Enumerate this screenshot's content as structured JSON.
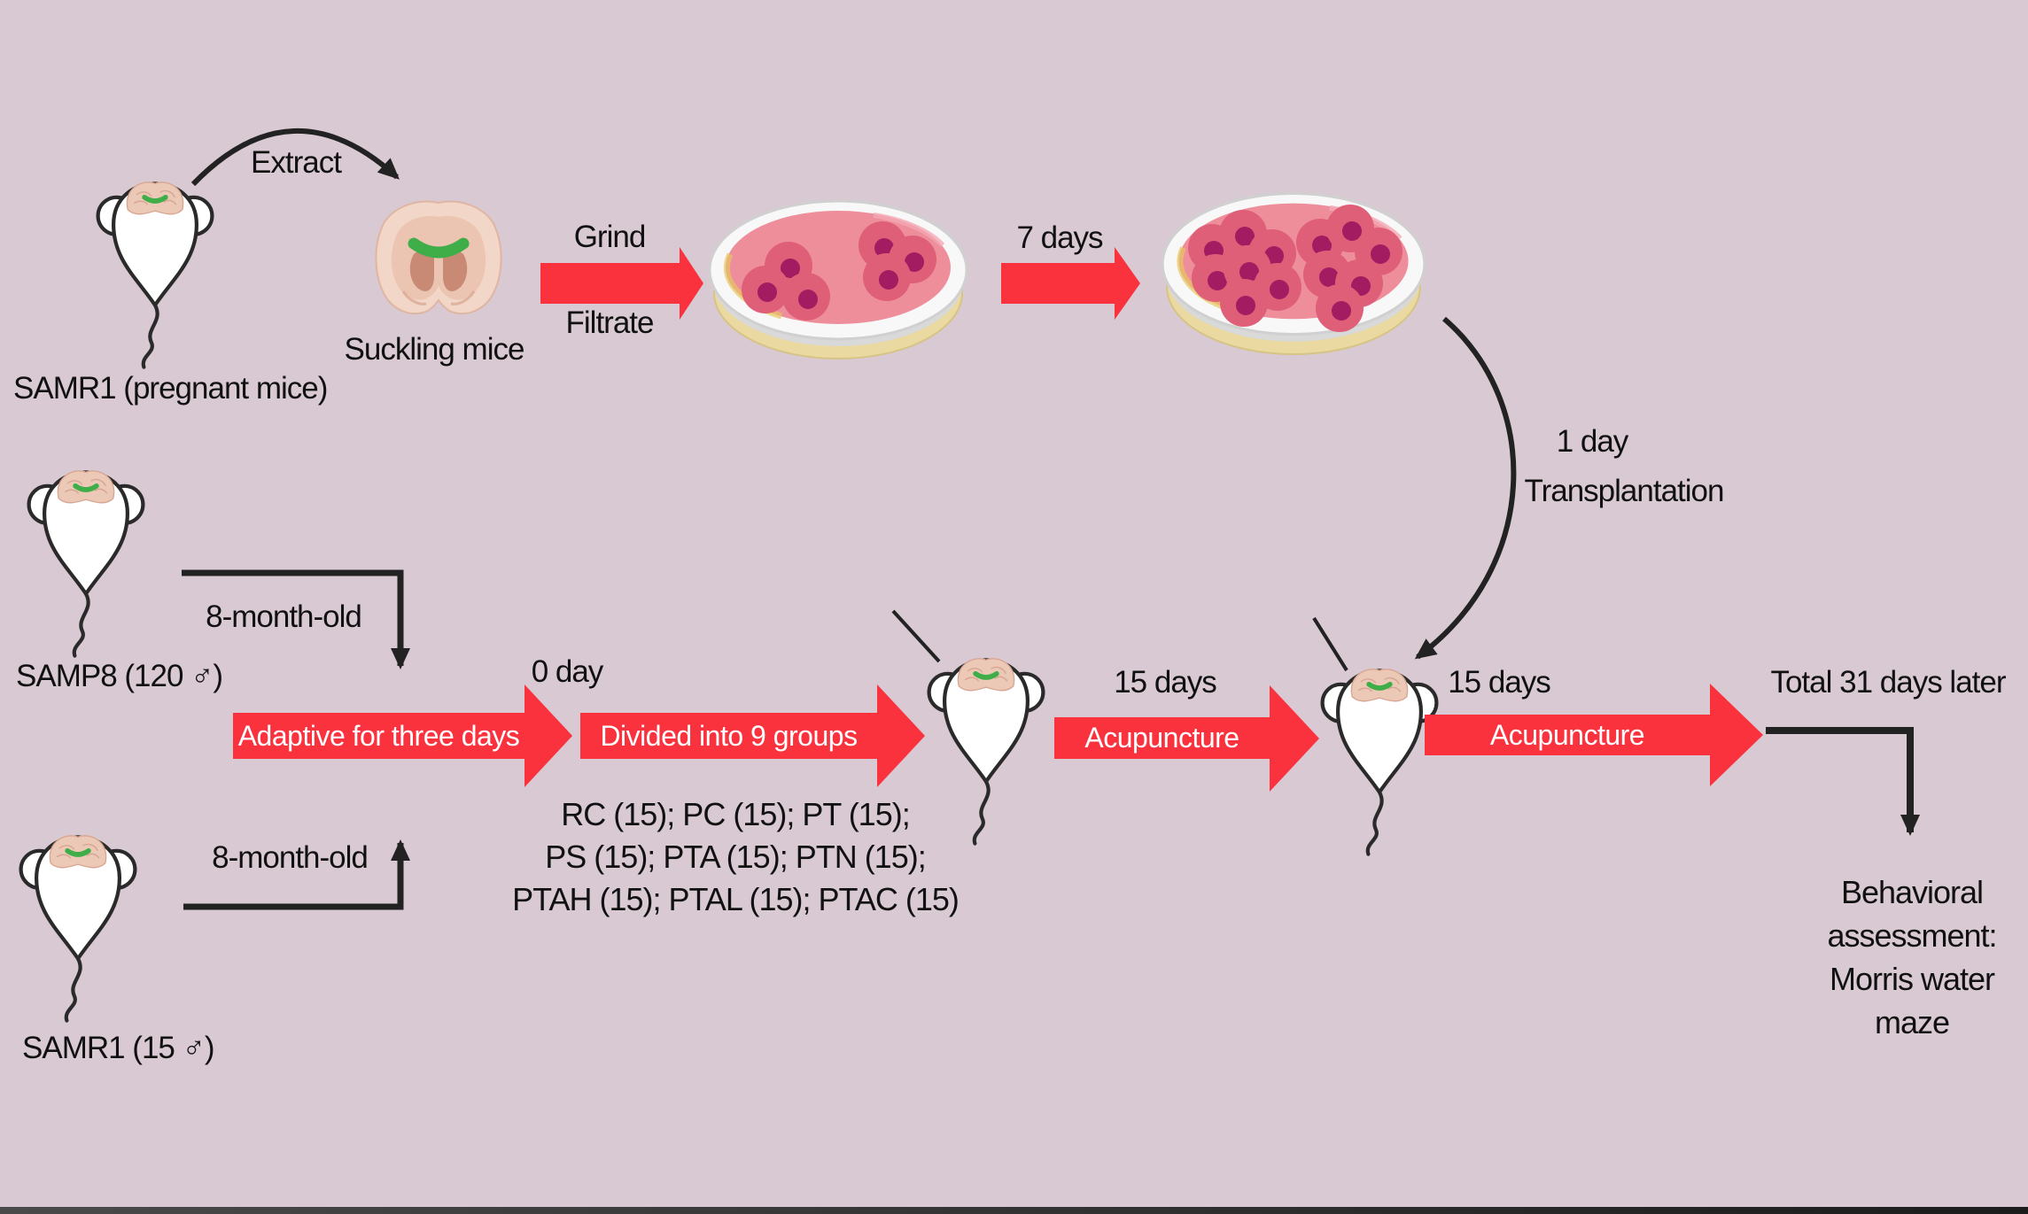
{
  "diagram": {
    "top_flow": {
      "source_mouse_label": "SAMR1 (pregnant mice)",
      "extract_label": "Extract",
      "brain_label": "Suckling mice",
      "grind_label": "Grind",
      "filtrate_label": "Filtrate",
      "culture_duration_label": "7 days",
      "transplant_duration_label": "1 day",
      "transplant_label": "Transplantation"
    },
    "experiment_flow": {
      "samp8_label": "SAMP8 (120 ♂)",
      "samp8_age_label": "8-month-old",
      "samr1_label": "SAMR1 (15 ♂)",
      "samr1_age_label": "8-month-old",
      "day_zero_label": "0 day",
      "adaptive_arrow_label": "Adaptive for three days",
      "divided_arrow_label": "Divided into 9 groups",
      "groups": {
        "line1": "RC (15); PC (15); PT (15);",
        "line2": "PS (15); PTA (15); PTN (15);",
        "line3": "PTAH (15); PTAL (15); PTAC (15)"
      },
      "acupuncture1_duration_label": "15 days",
      "acupuncture1_arrow_label": "Acupuncture",
      "acupuncture2_duration_label": "15 days",
      "acupuncture2_arrow_label": "Acupuncture",
      "total_label": "Total 31 days later",
      "assessment": {
        "line1": "Behavioral",
        "line2": "assessment:",
        "line3": "Morris water",
        "line4": "maze"
      }
    },
    "colors": {
      "background": "#d9c9d2",
      "arrow_red": "#f9323e",
      "arrow_text": "#ffffff",
      "label_text": "#111111",
      "line_black": "#222222",
      "petri_medium": "#ef8e9b",
      "cell_body": "#df5f78",
      "cell_nucleus": "#a31b60",
      "dish_base": "#e7d9a8",
      "mouse_body": "#ffffff",
      "brain_cortex": "#f2d6c8",
      "hippocampus_green": "#3fae49"
    }
  }
}
